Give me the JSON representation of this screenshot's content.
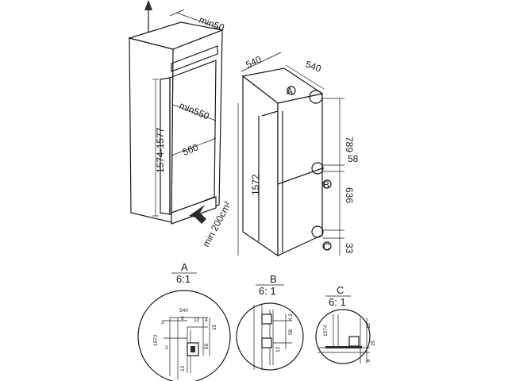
{
  "cabinet": {
    "dim_min50": "min50",
    "dim_min550": "min550",
    "dim_560": "560",
    "dim_height": "1574-1577",
    "dim_vent": "min 200cm²"
  },
  "appliance": {
    "dim_depth": "540",
    "dim_width": "540",
    "dim_height": "1572",
    "dim_789": "789",
    "dim_58": "58",
    "dim_636": "636",
    "dim_33": "33",
    "marker_a": "A",
    "marker_b": "B",
    "marker_c": "C"
  },
  "detail_a": {
    "label": "A",
    "scale": "6:1",
    "dims": [
      "540",
      "1572",
      "3",
      "9",
      "10",
      "15",
      "4",
      "3",
      "50",
      "12"
    ]
  },
  "detail_b": {
    "label": "B",
    "scale": "6: 1",
    "dims": [
      "4.2",
      "58",
      "12"
    ]
  },
  "detail_c": {
    "label": "C",
    "scale": "6: 1",
    "dims": [
      "1574",
      "12",
      "8",
      "25"
    ]
  }
}
